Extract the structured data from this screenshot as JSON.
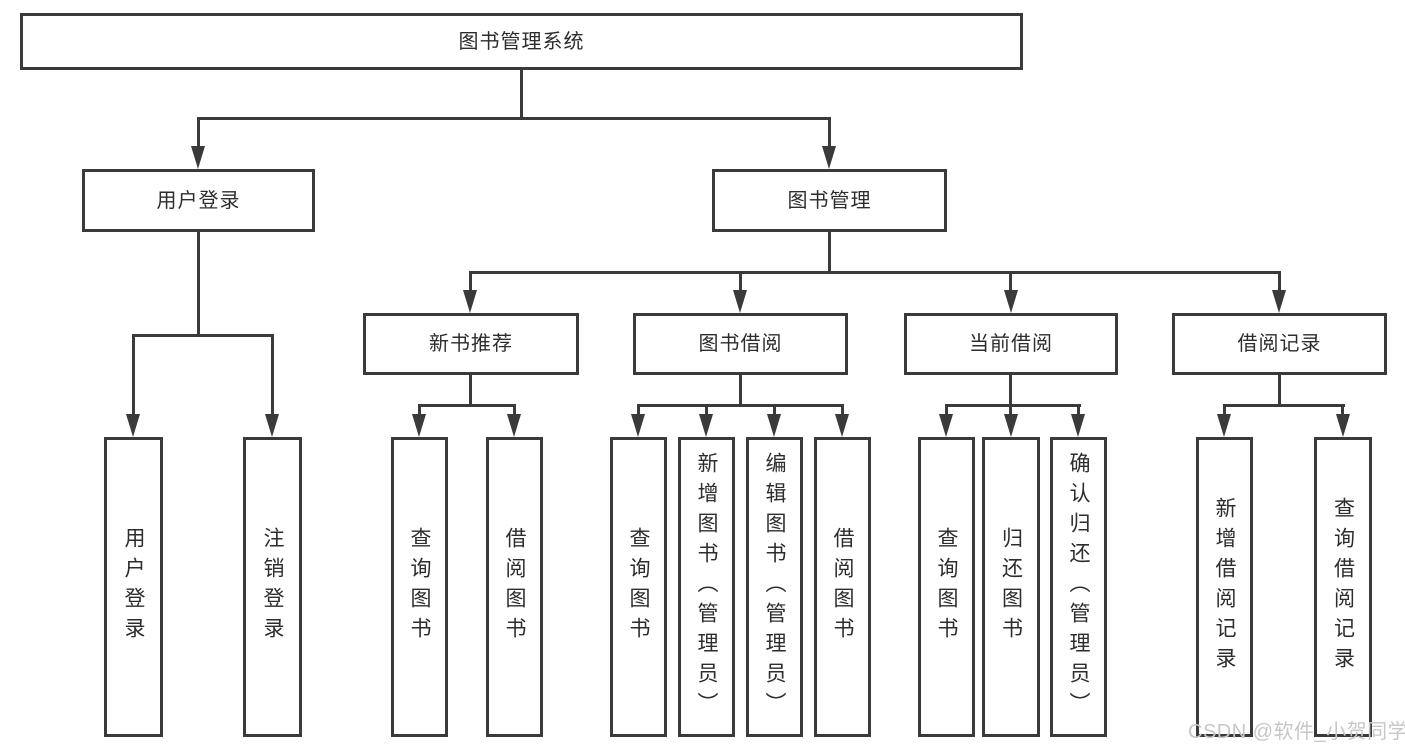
{
  "colors": {
    "line": "#3a3a3a",
    "box_border": "#3a3a3a",
    "text": "#2d2d2d",
    "watermark": "#c7c7c7",
    "background": "#ffffff"
  },
  "watermark": "CSDN @软件_小贺同学",
  "tree": {
    "root": "图书管理系统",
    "children": [
      {
        "label": "用户登录",
        "children": [
          "用户登录",
          "注销登录"
        ]
      },
      {
        "label": "图书管理",
        "children": [
          {
            "label": "新书推荐",
            "children": [
              "查询图书",
              "借阅图书"
            ]
          },
          {
            "label": "图书借阅",
            "children": [
              "查询图书",
              "新增图书（管理员）",
              "编辑图书（管理员）",
              "借阅图书"
            ]
          },
          {
            "label": "当前借阅",
            "children": [
              "查询图书",
              "归还图书",
              "确认归还（管理员）"
            ]
          },
          {
            "label": "借阅记录",
            "children": [
              "新增借阅记录",
              "查询借阅记录"
            ]
          }
        ]
      }
    ]
  }
}
